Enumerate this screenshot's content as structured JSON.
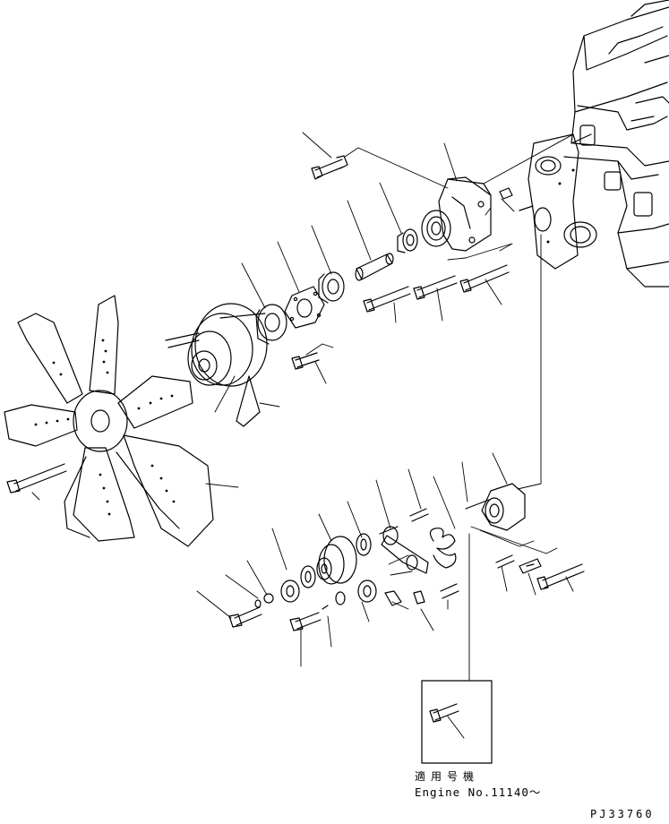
{
  "note": {
    "applicability_jp": "適用号機",
    "engine_range": "Engine No.11140～"
  },
  "drawing_number": "PJ33760"
}
